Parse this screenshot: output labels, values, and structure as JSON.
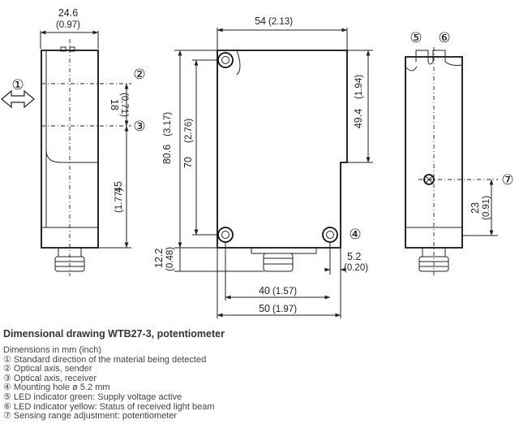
{
  "dimensions": {
    "side_width": "24.6",
    "side_width_in": "(0.97)",
    "front_width": "54",
    "front_width_in": "(2.13)",
    "axis_spacing": "18",
    "axis_spacing_in": "(0.71)",
    "axis_height": "45",
    "axis_height_in": "(1.77)",
    "total_height": "80.6",
    "total_height_in": "(3.17)",
    "hole_spacing_v": "70",
    "hole_spacing_v_in": "(2.76)",
    "upper_height": "49.4",
    "upper_height_in": "(1.94)",
    "bottom_offset": "12.2",
    "bottom_offset_in": "(0.48)",
    "hole_offset": "5.2",
    "hole_offset_in": "(0.20)",
    "hole_spacing_h": "40",
    "hole_spacing_h_in": "(1.57)",
    "base_width": "50",
    "base_width_in": "(1.97)",
    "pot_height": "23",
    "pot_height_in": "(0.91)"
  },
  "callouts": {
    "c1": "①",
    "c2": "②",
    "c3": "③",
    "c4": "④",
    "c5": "⑤",
    "c6": "⑥",
    "c7": "⑦"
  },
  "legend": {
    "title": "Dimensional drawing WTB27-3, potentiometer",
    "units": "Dimensions in mm (inch)",
    "items": [
      "① Standard direction of the material being detected",
      "② Optical axis, sender",
      "③ Optical axis, receiver",
      "④ Mounting hole ø 5.2 mm",
      "⑤ LED indicator green: Supply voltage active",
      "⑥ LED indicator yellow: Status of received light beam",
      "⑦ Sensing range adjustment: potentiometer"
    ]
  }
}
